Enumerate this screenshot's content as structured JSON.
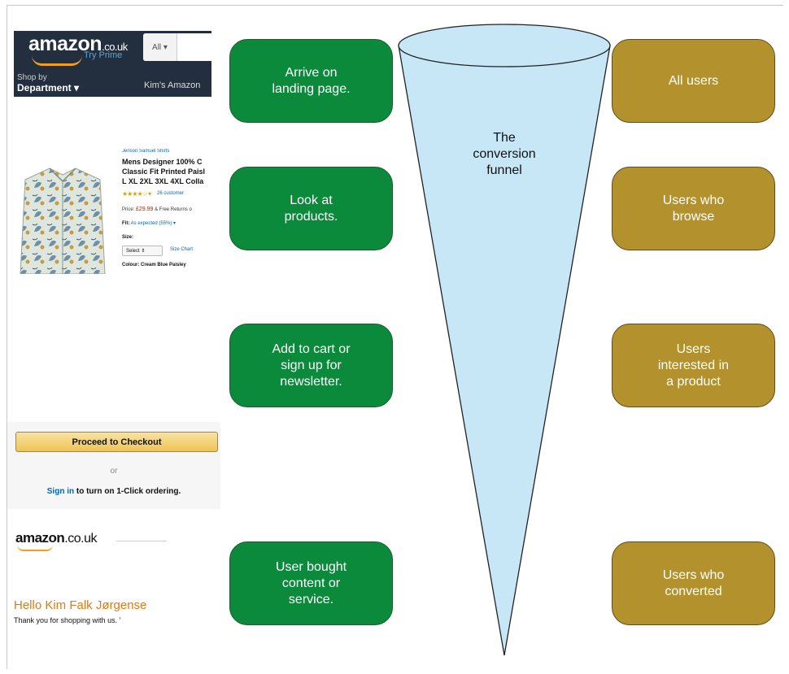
{
  "funnel": {
    "label": "The\nconversion\nfunnel"
  },
  "steps": [
    {
      "label": "Arrive on\nlanding page."
    },
    {
      "label": "Look at\nproducts."
    },
    {
      "label": "Add to cart or\nsign up for\nnewsletter."
    },
    {
      "label": "User bought\ncontent or\nservice."
    }
  ],
  "segments": [
    {
      "label": "All users"
    },
    {
      "label": "Users who\nbrowse"
    },
    {
      "label": "Users\ninterested in\na product"
    },
    {
      "label": "Users who\nconverted"
    }
  ],
  "colors": {
    "step": "#0b8a3b",
    "segment": "#b3922d",
    "funnel": "#c7e7f7"
  },
  "screenshot_header": {
    "logo": "amazon",
    "logo_suffix": ".co.uk",
    "prime": "Try Prime",
    "search_scope": "All ▾",
    "shop_by": "Shop by",
    "department": "Department ▾",
    "account": "Kim's Amazon"
  },
  "screenshot_product": {
    "brand": "Jenson Samuel Shirts",
    "title": "Mens Designer 100% C\nClassic Fit Printed Paisl\nL XL 2XL 3XL 4XL Colla",
    "stars": "★★★★☆ ▾",
    "reviews": "26 customer",
    "price_label": "Price:",
    "price": "£29.99",
    "price_note": "& Free Returns o",
    "fit_label": "Fit:",
    "fit_value": "As expected (55%) ▾",
    "size_label": "Size:",
    "size_select": "Select    ⇕",
    "size_chart": "Size Chart",
    "colour": "Colour: Cream Blue Paisley"
  },
  "screenshot_checkout": {
    "button": "Proceed to Checkout",
    "or": "or",
    "signin_link": "Sign in",
    "signin_rest": " to turn on 1-Click ordering."
  },
  "screenshot_email": {
    "logo": "amazon",
    "logo_suffix": ".co.uk",
    "greeting": "Hello Kim Falk Jørgense",
    "thanks": "Thank you for shopping with us. '"
  }
}
